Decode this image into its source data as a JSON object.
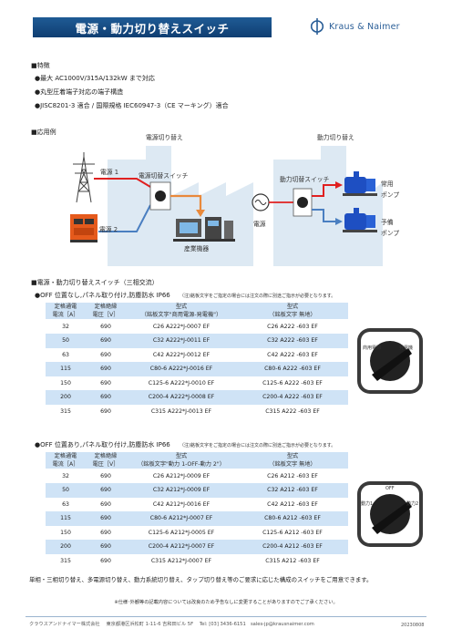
{
  "header": {
    "title": "電源・動力切り替えスイッチ",
    "brand": "Kraus & Naimer",
    "brand_color": "#2a5e97",
    "title_bg": "#1a528c"
  },
  "features": {
    "heading": "■特徴",
    "items": [
      "●最大 AC1000V/315A/132kW まで対応",
      "●丸型圧着端子対応の端子構造",
      "●JISC8201-3 適合 / 国際規格 IEC60947-3（CE マーキング）適合"
    ]
  },
  "usage": {
    "heading": "■応用例",
    "power_switch_title": "電源切り替え",
    "motor_switch_title": "動力切り替え",
    "source1": "電源 1",
    "source2": "電源 2",
    "power_switch": "電源切替スイッチ",
    "industrial": "産業機器",
    "motor_switch": "動力切替スイッチ",
    "power": "電源",
    "pump_main": "常用\nポンプ",
    "pump_main_1": "常用",
    "pump_main_2": "ポンプ",
    "pump_spare_1": "予備",
    "pump_spare_2": "ポンプ"
  },
  "spec": {
    "heading": "■電源・動力切り替えスイッチ（三相交流）",
    "table1": {
      "caption": "●OFF 位置なし,パネル取り付け,防塵防水 IP66",
      "note": "（注)銘板文字をご指定の場合には注文の際に別途ご指示が必要となります。",
      "headers": [
        [
          "定格通電",
          "電流［A］"
        ],
        [
          "定格絶縁",
          "電圧［V］"
        ],
        [
          "型式",
          "（銘板文字\"商用電源-発電機\"）"
        ],
        [
          "型式",
          "（銘板文字 無地）"
        ]
      ],
      "rows": [
        [
          "32",
          "690",
          "C26 A222*J-0007 EF",
          "C26 A222 -603 EF"
        ],
        [
          "50",
          "690",
          "C32 A222*J-0011 EF",
          "C32 A222 -603 EF"
        ],
        [
          "63",
          "690",
          "C42 A222*J-0012 EF",
          "C42 A222 -603 EF"
        ],
        [
          "115",
          "690",
          "C80-6 A222*J-0016 EF",
          "C80-6 A222 -603 EF"
        ],
        [
          "150",
          "690",
          "C125-6 A222*J-0010 EF",
          "C125-6 A222 -603 EF"
        ],
        [
          "200",
          "690",
          "C200-4 A222*J-0008 EF",
          "C200-4 A222 -603 EF"
        ],
        [
          "315",
          "690",
          "C315 A222*J-0013 EF",
          "C315 A222 -603 EF"
        ]
      ],
      "knob_left": "商用電源",
      "knob_right": "発電機"
    },
    "table2": {
      "caption": "●OFF 位置あり,パネル取り付け,防塵防水 IP66",
      "note": "（注)銘板文字をご指定の場合には注文の際に別途ご指示が必要となります。",
      "headers": [
        [
          "定格通電",
          "電流［A］"
        ],
        [
          "定格絶縁",
          "電圧［V］"
        ],
        [
          "型式",
          "（銘板文字\"動力 1-OFF-動力 2\"）"
        ],
        [
          "型式",
          "（銘板文字 無地）"
        ]
      ],
      "rows": [
        [
          "32",
          "690",
          "C26 A212*J-0009 EF",
          "C26 A212 -603 EF"
        ],
        [
          "50",
          "690",
          "C32 A212*J-0009 EF",
          "C32 A212 -603 EF"
        ],
        [
          "63",
          "690",
          "C42 A212*J-0016 EF",
          "C42 A212 -603 EF"
        ],
        [
          "115",
          "690",
          "C80-6 A212*J-0007 EF",
          "C80-6 A212 -603 EF"
        ],
        [
          "150",
          "690",
          "C125-6 A212*J-0005 EF",
          "C125-6 A212 -603 EF"
        ],
        [
          "200",
          "690",
          "C200-4 A212*J-0007 EF",
          "C200-4 A212 -603 EF"
        ],
        [
          "315",
          "690",
          "C315 A212*J-0007 EF",
          "C315 A212 -603 EF"
        ]
      ],
      "knob_left": "動力1",
      "knob_top": "OFF",
      "knob_right": "動力2"
    },
    "closing": "単相・三相切り替え、多電源切り替え、動力系統切り替え、タップ切り替え等のご要求に応じた構成のスイッチをご用意できます。"
  },
  "footer": {
    "notice": "※仕様･外観等の記載内容については改良のため予告なしに変更することがありますのでご了承ください。",
    "company": "クラウスアンドナイマー株式会社　 東京都港区浜松町 1-11-6 吉和田ビル 5F　 Tel: [03] 3436-6151　sales-jp@krausnaimer.com",
    "date": "20230808"
  }
}
